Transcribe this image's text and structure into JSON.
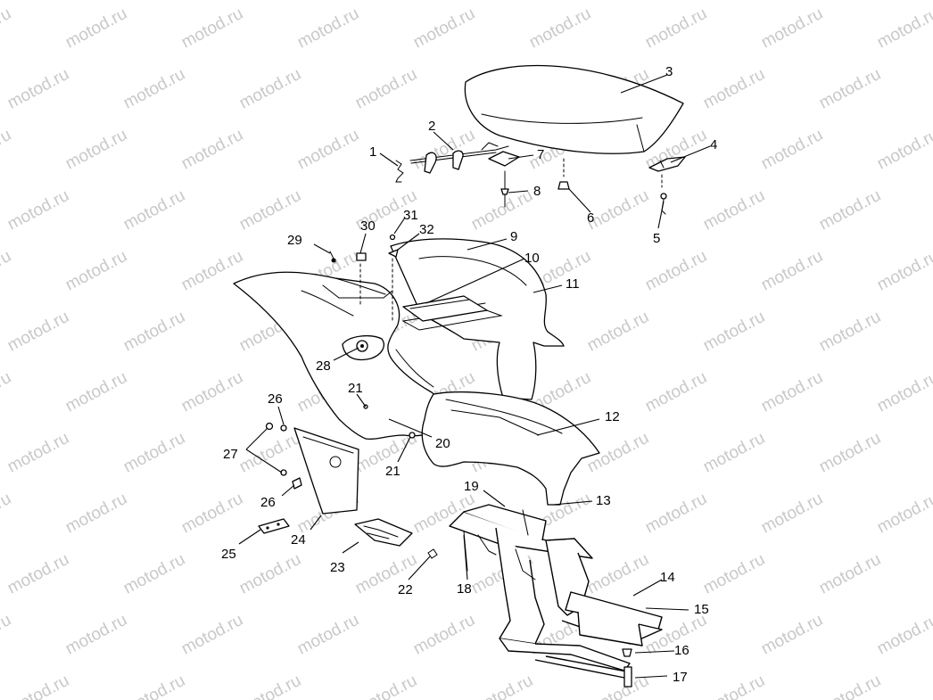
{
  "watermark": "motod.ru",
  "callouts": [
    "1",
    "2",
    "3",
    "4",
    "5",
    "6",
    "7",
    "8",
    "9",
    "10",
    "11",
    "12",
    "13",
    "14",
    "15",
    "16",
    "17",
    "18",
    "19",
    "20",
    "21",
    "21",
    "22",
    "23",
    "24",
    "25",
    "26",
    "26",
    "27",
    "28",
    "29",
    "30",
    "31",
    "32"
  ]
}
